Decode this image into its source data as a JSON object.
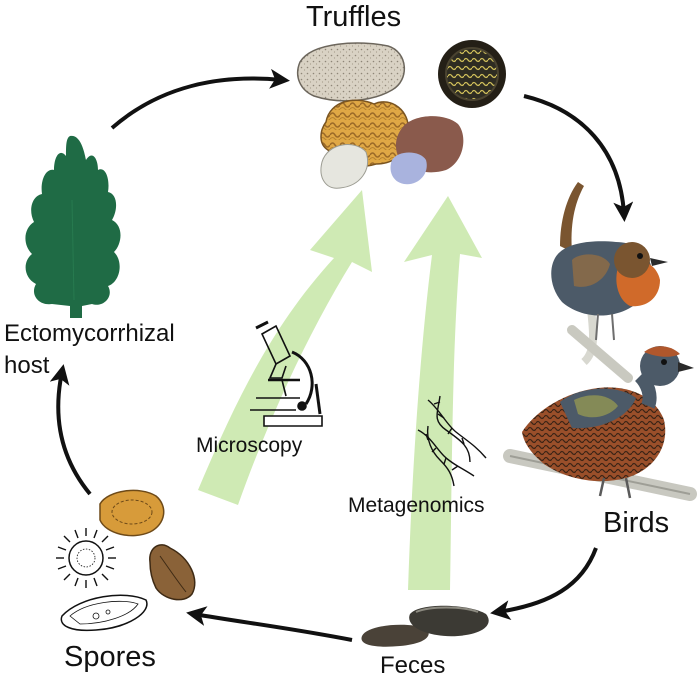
{
  "labels": {
    "truffles": "Truffles",
    "birds": "Birds",
    "feces": "Feces",
    "spores": "Spores",
    "host_line1": "Ectomycorrhizal",
    "host_line2": "host",
    "microscopy": "Microscopy",
    "metagenomics": "Metagenomics"
  },
  "colors": {
    "arrow": "#111111",
    "method_arrow": "#cfeab4",
    "tree": "#1f6b45",
    "spore_orange": "#d79b3a",
    "spore_brown": "#8a6238",
    "bird_breast": "#d06a2a",
    "bird_body": "#4c5a68"
  },
  "icons": [
    "microscope-icon",
    "dna-icon",
    "tree-icon",
    "truffle-icon",
    "bird-icon",
    "spore-icon",
    "feces-icon"
  ]
}
